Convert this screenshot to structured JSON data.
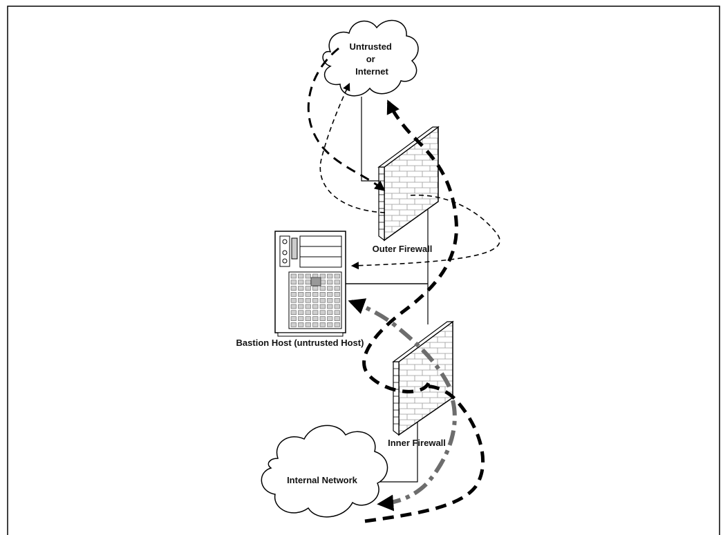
{
  "nodes": {
    "internet_cloud": {
      "label_lines": [
        "Untrusted",
        "or",
        "Internet"
      ]
    },
    "outer_firewall": {
      "label": "Outer Firewall"
    },
    "bastion_host": {
      "label": "Bastion Host (untrusted Host)"
    },
    "inner_firewall": {
      "label": "Inner Firewall"
    },
    "internal_cloud": {
      "label": "Internal Network"
    }
  },
  "colors": {
    "line": "#000000",
    "flow_gray": "#6d6d6d",
    "wall_fill": "#ffffff",
    "server_fill": "#ffffff"
  }
}
